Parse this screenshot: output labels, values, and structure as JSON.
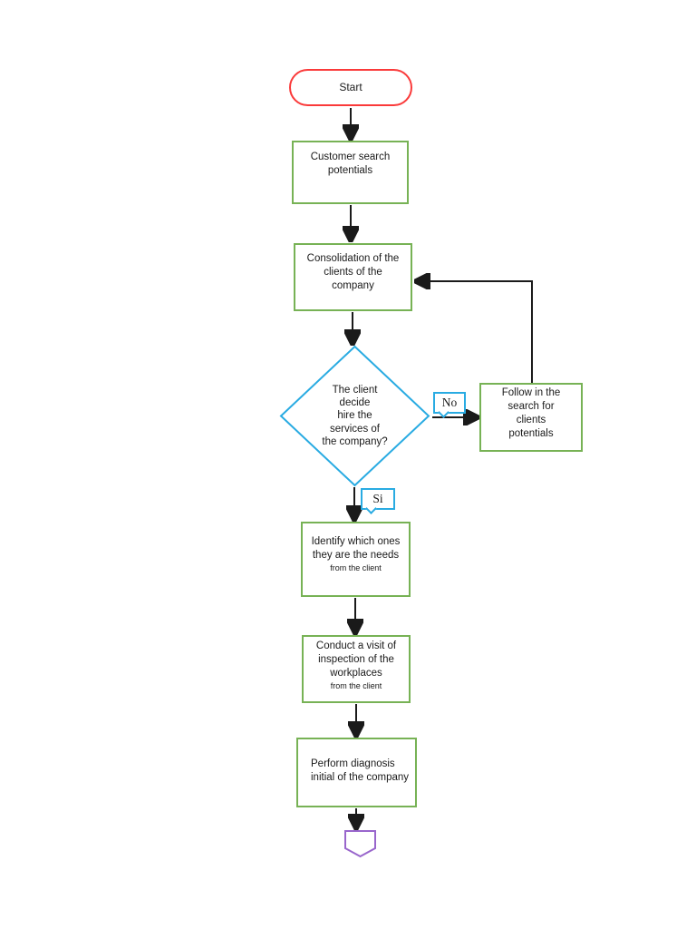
{
  "diagram": {
    "colors": {
      "background": "#ffffff",
      "terminator": "#fa3a3a",
      "process": "#77b255",
      "decision": "#29abe2",
      "callout": "#29abe2",
      "offpage": "#9966cc",
      "connector": "#1a1a1a",
      "text": "#1a1a1a"
    },
    "nodes": {
      "start": {
        "label": "Start"
      },
      "customer_search": {
        "lines": [
          "Customer search",
          "potentials"
        ]
      },
      "consolidation": {
        "lines": [
          "Consolidation of the",
          "clients of the",
          "company"
        ]
      },
      "decision": {
        "lines": [
          "The client",
          "decide",
          "hire the",
          "services of",
          "the company?"
        ]
      },
      "follow_search": {
        "lines": [
          "Follow in the",
          "search for",
          "clients",
          "potentials"
        ]
      },
      "identify_needs": {
        "lines": [
          "Identify which ones",
          "they are the needs"
        ],
        "small_line": "from the client"
      },
      "conduct_visit": {
        "lines": [
          "Conduct a visit of",
          "inspection of the",
          "workplaces"
        ],
        "small_line": "from the client"
      },
      "perform_diagnosis": {
        "lines": [
          "Perform diagnosis",
          "initial of the company"
        ]
      }
    },
    "edge_labels": {
      "no": "No",
      "si": "Si"
    }
  }
}
